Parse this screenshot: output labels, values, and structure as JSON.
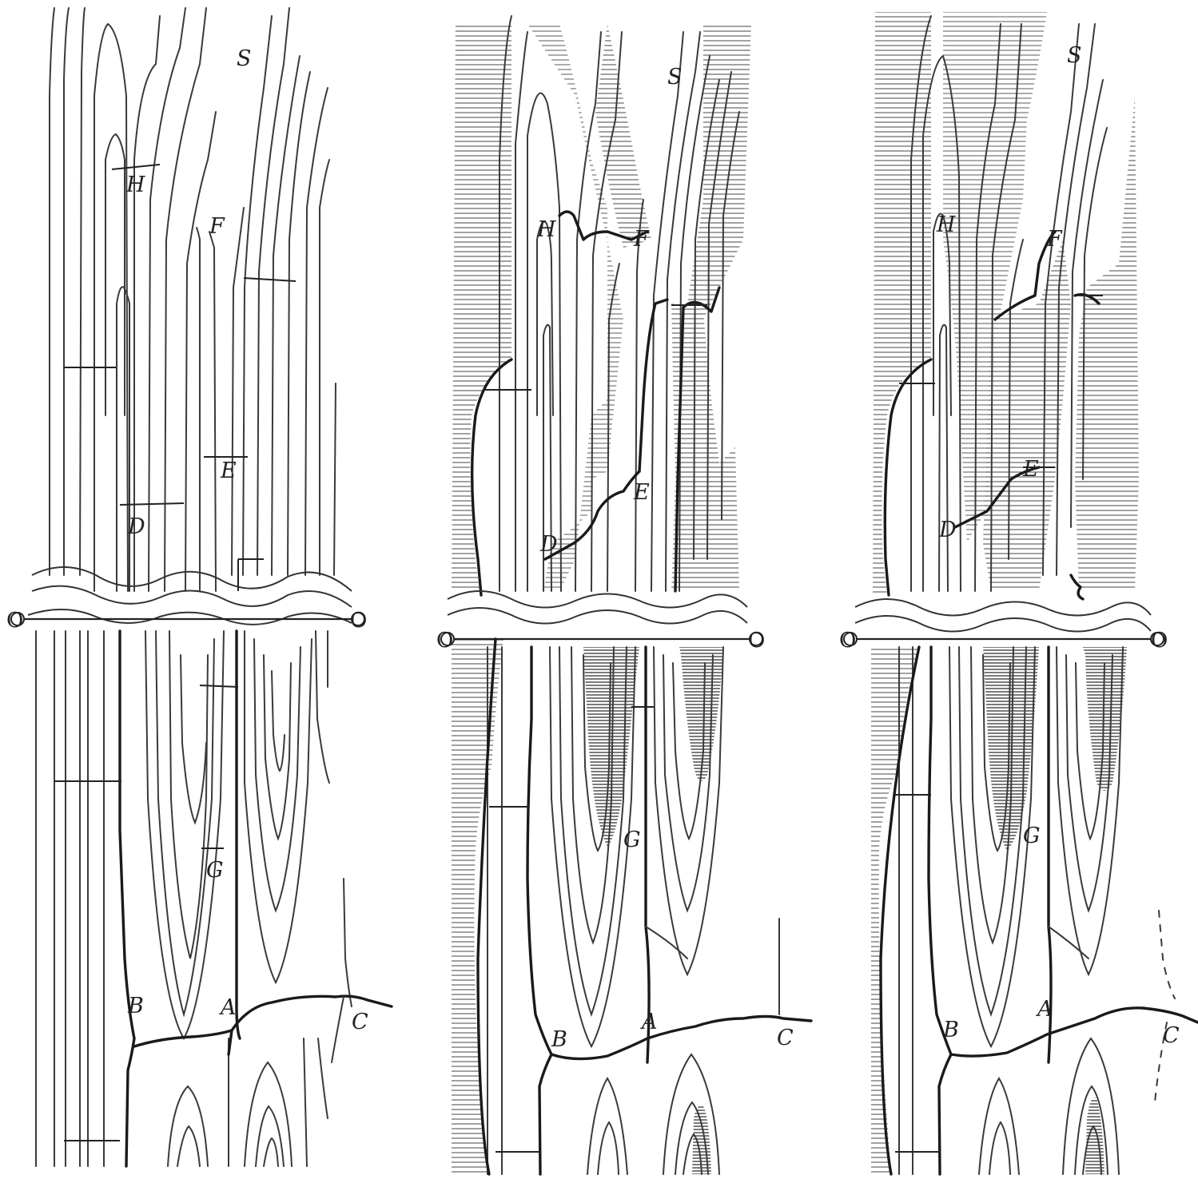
{
  "panels": [
    {
      "id": "left",
      "labels": [
        {
          "text": "S"
        },
        {
          "text": "H"
        },
        {
          "text": "F"
        },
        {
          "text": "E"
        },
        {
          "text": "D"
        },
        {
          "text": "G"
        },
        {
          "text": "B"
        },
        {
          "text": "A"
        },
        {
          "text": "C"
        }
      ],
      "section_labels": [
        "O",
        "O"
      ]
    },
    {
      "id": "middle",
      "labels": [
        {
          "text": "S"
        },
        {
          "text": "H"
        },
        {
          "text": "F"
        },
        {
          "text": "E"
        },
        {
          "text": "D"
        },
        {
          "text": "G"
        },
        {
          "text": "B"
        },
        {
          "text": "A"
        },
        {
          "text": "C"
        }
      ],
      "section_labels": [
        "O",
        "O"
      ]
    },
    {
      "id": "right",
      "labels": [
        {
          "text": "S"
        },
        {
          "text": "H"
        },
        {
          "text": "F"
        },
        {
          "text": "E"
        },
        {
          "text": "D"
        },
        {
          "text": "G"
        },
        {
          "text": "B"
        },
        {
          "text": "A"
        },
        {
          "text": "C"
        }
      ],
      "section_labels": [
        "O",
        "O"
      ]
    }
  ]
}
